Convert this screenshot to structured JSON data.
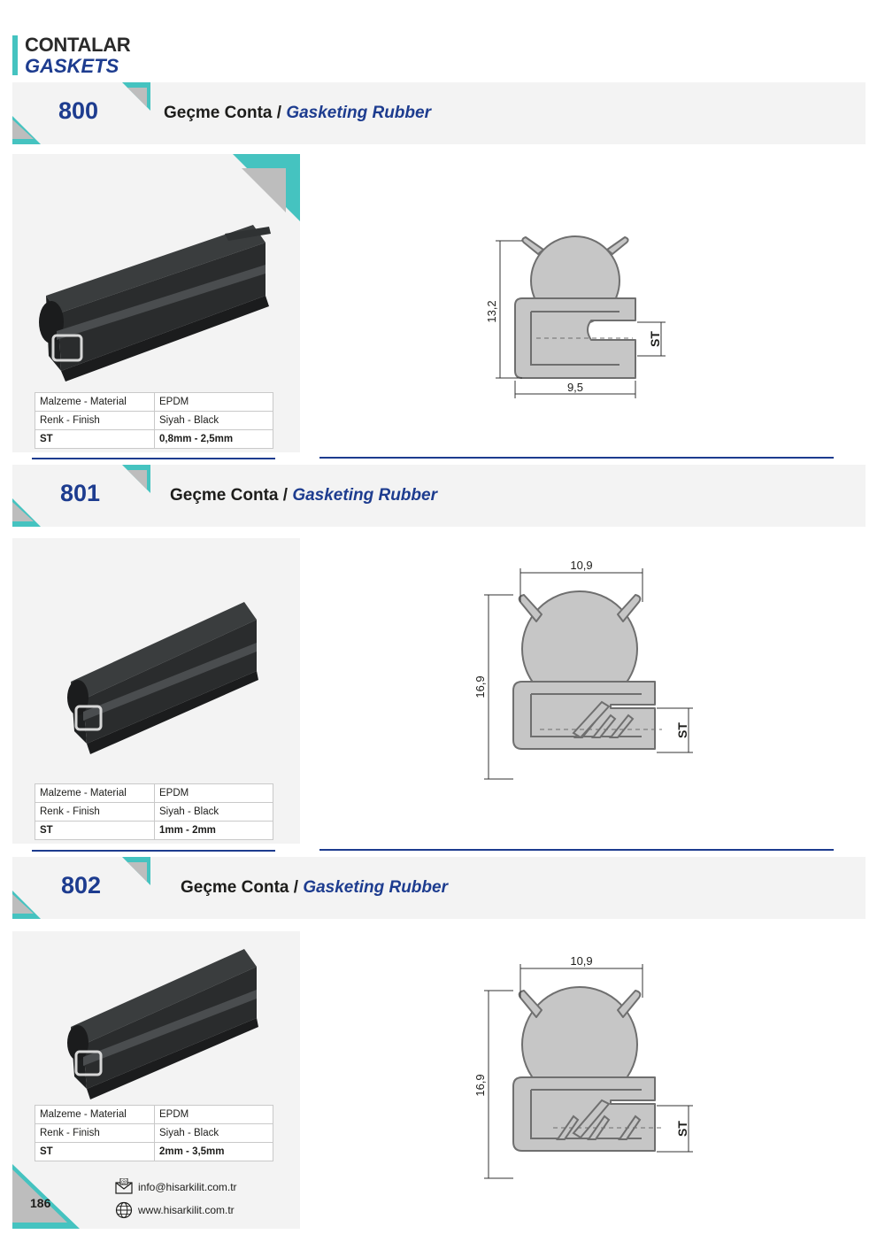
{
  "header": {
    "title_tr": "CONTALAR",
    "title_en": "GASKETS"
  },
  "colors": {
    "accent": "#45c3c0",
    "brand": "#1d3c8f",
    "panel": "#f3f3f3",
    "drawing_fill": "#c6c6c6"
  },
  "products": [
    {
      "code": "800",
      "title_tr": "Geçme Conta",
      "separator": "/",
      "title_en": "Gasketing Rubber",
      "specs": [
        {
          "key": "Malzeme - Material",
          "value": "EPDM"
        },
        {
          "key": "Renk - Finish",
          "value": "Siyah - Black"
        },
        {
          "key": "ST",
          "value": "0,8mm - 2,5mm"
        }
      ],
      "dimensions": {
        "height": "13,2",
        "width": "9,5",
        "st": "ST"
      }
    },
    {
      "code": "801",
      "title_tr": "Geçme Conta",
      "separator": "/",
      "title_en": "Gasketing Rubber",
      "specs": [
        {
          "key": "Malzeme - Material",
          "value": "EPDM"
        },
        {
          "key": "Renk - Finish",
          "value": "Siyah - Black"
        },
        {
          "key": "ST",
          "value": "1mm - 2mm"
        }
      ],
      "dimensions": {
        "height": "16,9",
        "width": "10,9",
        "st": "ST"
      }
    },
    {
      "code": "802",
      "title_tr": "Geçme Conta",
      "separator": "/",
      "title_en": "Gasketing Rubber",
      "specs": [
        {
          "key": "Malzeme - Material",
          "value": "EPDM"
        },
        {
          "key": "Renk - Finish",
          "value": "Siyah - Black"
        },
        {
          "key": "ST",
          "value": "2mm - 3,5mm"
        }
      ],
      "dimensions": {
        "height": "16,9",
        "width": "10,9",
        "st": "ST"
      }
    }
  ],
  "footer": {
    "page_number": "186",
    "email": "info@hisarkilit.com.tr",
    "website": "www.hisarkilit.com.tr",
    "email_icon": "envelope-icon",
    "web_icon": "globe-icon"
  }
}
